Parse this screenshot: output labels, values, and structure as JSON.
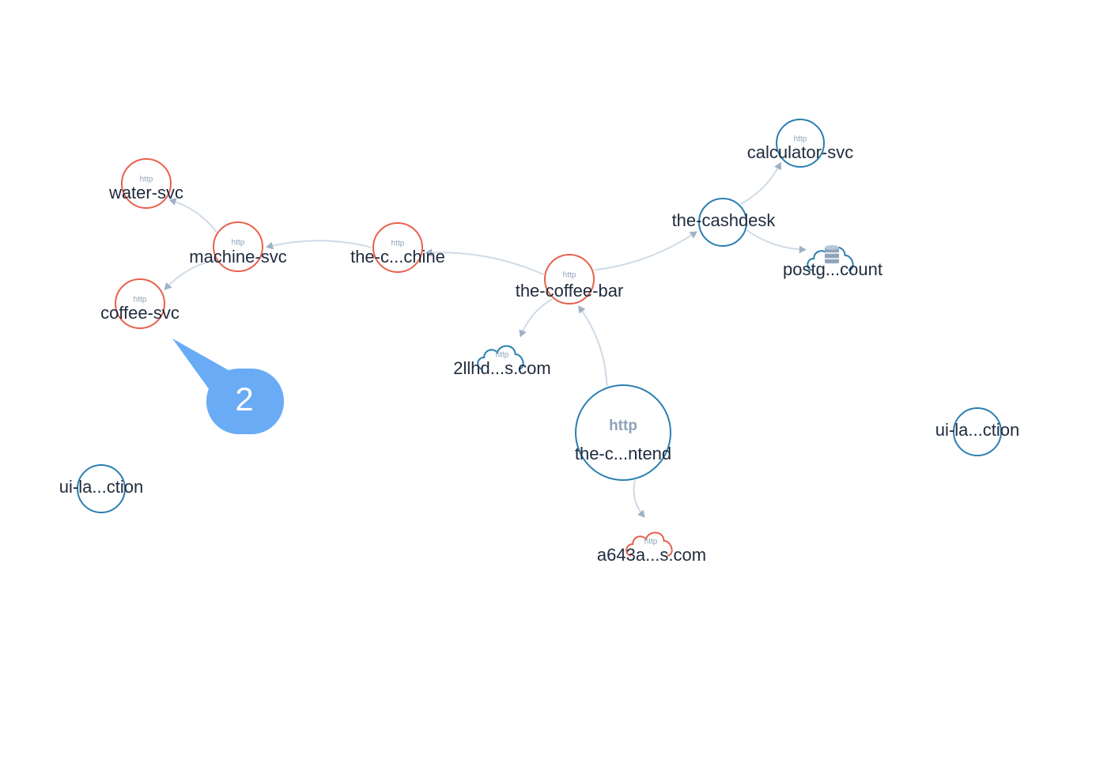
{
  "colors": {
    "healthy": "#2a7fb0",
    "error": "#e8604c",
    "edge": "#cfdbe6",
    "arrow": "#9fb2c6",
    "label": "#1f2b3d",
    "badge": "#6aabf5"
  },
  "nodes": [
    {
      "id": "water-svc",
      "label": "water-svc",
      "protocol": "http",
      "status": "error",
      "kind": "service"
    },
    {
      "id": "machine-svc",
      "label": "machine-svc",
      "protocol": "http",
      "status": "error",
      "kind": "service"
    },
    {
      "id": "coffee-svc",
      "label": "coffee-svc",
      "protocol": "http",
      "status": "error",
      "kind": "service"
    },
    {
      "id": "the-c-chine",
      "label": "the-c...chine",
      "protocol": "http",
      "status": "error",
      "kind": "service"
    },
    {
      "id": "the-coffee-bar",
      "label": "the-coffee-bar",
      "protocol": "http",
      "status": "error",
      "kind": "service"
    },
    {
      "id": "the-cashdesk",
      "label": "the-cashdesk",
      "protocol": "",
      "status": "healthy",
      "kind": "service"
    },
    {
      "id": "calculator-svc",
      "label": "calculator-svc",
      "protocol": "http",
      "status": "healthy",
      "kind": "service"
    },
    {
      "id": "postg-count",
      "label": "postg...count",
      "protocol": "",
      "status": "healthy",
      "kind": "database"
    },
    {
      "id": "2llhd-com",
      "label": "2llhd...s.com",
      "protocol": "http",
      "status": "healthy",
      "kind": "external"
    },
    {
      "id": "the-c-ntend",
      "label": "the-c...ntend",
      "protocol": "http",
      "status": "healthy",
      "kind": "service-large"
    },
    {
      "id": "a643a-com",
      "label": "a643a...s.com",
      "protocol": "http",
      "status": "error",
      "kind": "external"
    },
    {
      "id": "ui-la-ction-left",
      "label": "ui-la...ction",
      "protocol": "",
      "status": "healthy",
      "kind": "service"
    },
    {
      "id": "ui-la-ction-right",
      "label": "ui-la...ction",
      "protocol": "",
      "status": "healthy",
      "kind": "service"
    }
  ],
  "edges": [
    {
      "from": "machine-svc",
      "to": "water-svc"
    },
    {
      "from": "machine-svc",
      "to": "coffee-svc"
    },
    {
      "from": "the-c-chine",
      "to": "machine-svc"
    },
    {
      "from": "the-coffee-bar",
      "to": "the-c-chine"
    },
    {
      "from": "the-coffee-bar",
      "to": "the-cashdesk"
    },
    {
      "from": "the-cashdesk",
      "to": "calculator-svc"
    },
    {
      "from": "the-cashdesk",
      "to": "postg-count"
    },
    {
      "from": "the-coffee-bar",
      "to": "2llhd-com"
    },
    {
      "from": "the-c-ntend",
      "to": "the-coffee-bar"
    },
    {
      "from": "the-c-ntend",
      "to": "a643a-com"
    }
  ],
  "badge": {
    "value": "2"
  }
}
